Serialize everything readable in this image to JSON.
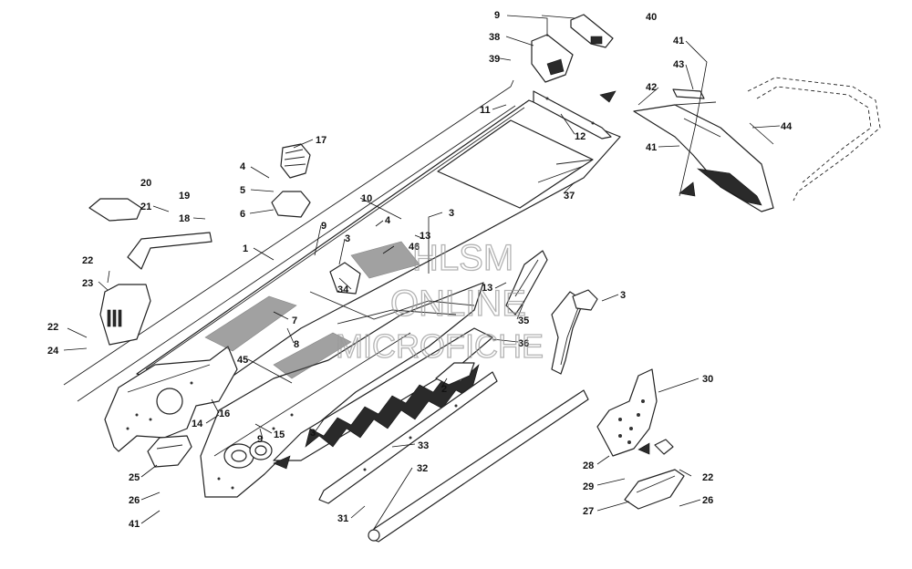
{
  "diagram": {
    "watermark": {
      "line1": "HLSM",
      "line2": "ONLINE",
      "line3": "MICROFICHE"
    },
    "callouts": [
      {
        "label": "9"
      },
      {
        "label": "40"
      },
      {
        "label": "38"
      },
      {
        "label": "39"
      },
      {
        "label": "41"
      },
      {
        "label": "43"
      },
      {
        "label": "42"
      },
      {
        "label": "11"
      },
      {
        "label": "12"
      },
      {
        "label": "44"
      },
      {
        "label": "41"
      },
      {
        "label": "17"
      },
      {
        "label": "4"
      },
      {
        "label": "5"
      },
      {
        "label": "6"
      },
      {
        "label": "20"
      },
      {
        "label": "21"
      },
      {
        "label": "19"
      },
      {
        "label": "18"
      },
      {
        "label": "10"
      },
      {
        "label": "4"
      },
      {
        "label": "3"
      },
      {
        "label": "37"
      },
      {
        "label": "9"
      },
      {
        "label": "3"
      },
      {
        "label": "46"
      },
      {
        "label": "13"
      },
      {
        "label": "1"
      },
      {
        "label": "22"
      },
      {
        "label": "23"
      },
      {
        "label": "34"
      },
      {
        "label": "13"
      },
      {
        "label": "3"
      },
      {
        "label": "7"
      },
      {
        "label": "35"
      },
      {
        "label": "22"
      },
      {
        "label": "24"
      },
      {
        "label": "8"
      },
      {
        "label": "36"
      },
      {
        "label": "45"
      },
      {
        "label": "2"
      },
      {
        "label": "30"
      },
      {
        "label": "16"
      },
      {
        "label": "14"
      },
      {
        "label": "15"
      },
      {
        "label": "9"
      },
      {
        "label": "3"
      },
      {
        "label": "33"
      },
      {
        "label": "28"
      },
      {
        "label": "22"
      },
      {
        "label": "25"
      },
      {
        "label": "32"
      },
      {
        "label": "29"
      },
      {
        "label": "26"
      },
      {
        "label": "27"
      },
      {
        "label": "26"
      },
      {
        "label": "41"
      },
      {
        "label": "31"
      }
    ]
  }
}
